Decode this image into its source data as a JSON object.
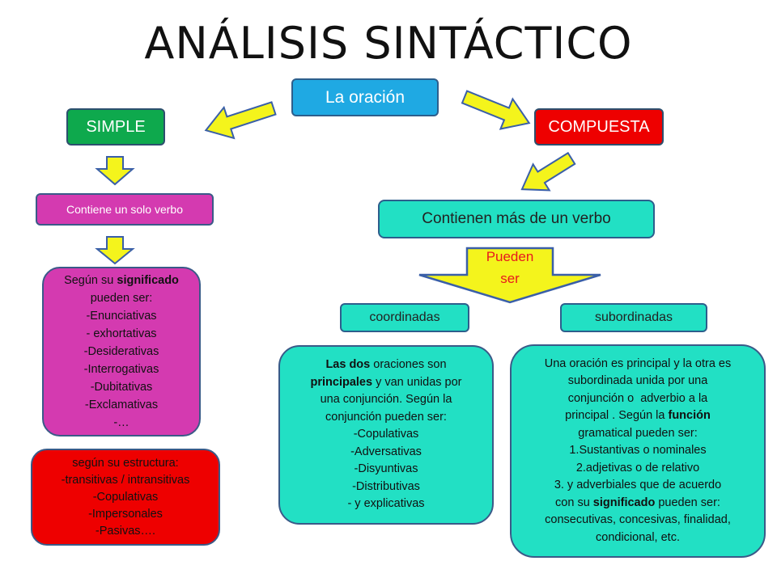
{
  "title": "ANÁLISIS SINTÁCTICO",
  "nodes": {
    "oracion": "La oración",
    "simple": "SIMPLE",
    "compuesta": "COMPUESTA",
    "solo_verbo": "Contiene un solo verbo",
    "mas_verbo": "Contienen más de un verbo",
    "pueden_ser_1": "Pueden",
    "pueden_ser_2": "ser",
    "coordinadas": "coordinadas",
    "subordinadas": "subordinadas"
  },
  "significado": {
    "intro_pre": "Según su ",
    "intro_bold": "significado",
    "line2": "pueden ser:",
    "items": [
      "-Enunciativas",
      "- exhortativas",
      "-Desiderativas",
      "-Interrogativas",
      "-Dubitativas",
      "-Exclamativas",
      "-…"
    ]
  },
  "estructura": {
    "intro": "según su estructura:",
    "items": [
      "-transitivas / intransitivas",
      "-Copulativas",
      "-Impersonales",
      "-Pasivas…."
    ]
  },
  "coord_desc": {
    "l1_bold": "Las dos",
    "l1_rest": " oraciones son",
    "l2_bold": "principales",
    "l2_rest": " y van unidas por",
    "l3": "una conjunción. Según la",
    "l4": "conjunción pueden ser:",
    "items": [
      "-Copulativas",
      "-Adversativas",
      "-Disyuntivas",
      "-Distributivas",
      "- y explicativas"
    ]
  },
  "sub_desc": {
    "l1": "Una oración es principal y la otra es",
    "l2": "subordinada unida por una",
    "l3": "conjunción o  adverbio a la",
    "l4_pre": "principal . Según la ",
    "l4_bold": "función",
    "l5": "gramatical pueden ser:",
    "l6": "1.Sustantivas o nominales",
    "l7": "2.adjetivas o de relativo",
    "l8": "3. y adverbiales que de acuerdo",
    "l9_pre": "con su ",
    "l9_bold": "significado",
    "l9_post": " pueden ser:",
    "l10": "consecutivas, concesivas, finalidad,",
    "l11": "condicional, etc."
  },
  "colors": {
    "arrow_fill": "#f4f41c",
    "arrow_stroke": "#3a5fa8"
  }
}
